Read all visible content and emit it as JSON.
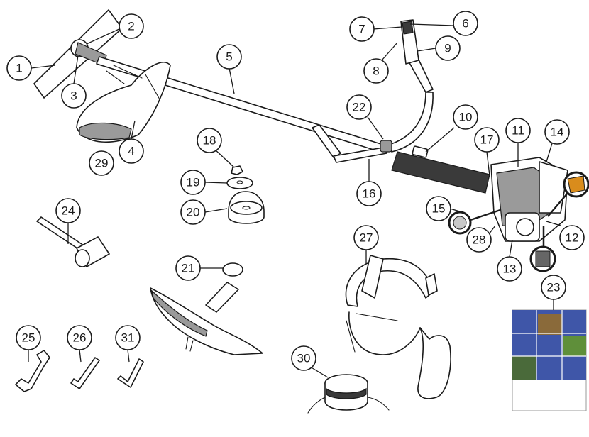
{
  "callouts": [
    {
      "id": "1",
      "label": "1"
    },
    {
      "id": "2",
      "label": "2"
    },
    {
      "id": "3",
      "label": "3"
    },
    {
      "id": "4",
      "label": "4"
    },
    {
      "id": "5",
      "label": "5"
    },
    {
      "id": "6",
      "label": "6"
    },
    {
      "id": "7",
      "label": "7"
    },
    {
      "id": "8",
      "label": "8"
    },
    {
      "id": "9",
      "label": "9"
    },
    {
      "id": "10",
      "label": "10"
    },
    {
      "id": "11",
      "label": "11"
    },
    {
      "id": "12",
      "label": "12"
    },
    {
      "id": "13",
      "label": "13"
    },
    {
      "id": "14",
      "label": "14"
    },
    {
      "id": "15",
      "label": "15"
    },
    {
      "id": "16",
      "label": "16"
    },
    {
      "id": "17",
      "label": "17"
    },
    {
      "id": "18",
      "label": "18"
    },
    {
      "id": "19",
      "label": "19"
    },
    {
      "id": "20",
      "label": "20"
    },
    {
      "id": "21",
      "label": "21"
    },
    {
      "id": "22",
      "label": "22"
    },
    {
      "id": "23",
      "label": "23"
    },
    {
      "id": "24",
      "label": "24"
    },
    {
      "id": "25",
      "label": "25"
    },
    {
      "id": "26",
      "label": "26"
    },
    {
      "id": "27",
      "label": "27"
    },
    {
      "id": "28",
      "label": "28"
    },
    {
      "id": "29",
      "label": "29"
    },
    {
      "id": "30",
      "label": "30"
    },
    {
      "id": "31",
      "label": "31"
    }
  ],
  "colors": {
    "line": "#1a1a1a",
    "shade": "#9a9a9a",
    "manual_blue": "#3f56a8",
    "manual_photo_brown": "#8a6a3a",
    "manual_photo_green": "#5f8f3a",
    "highlight_orange": "#d98c1c"
  }
}
